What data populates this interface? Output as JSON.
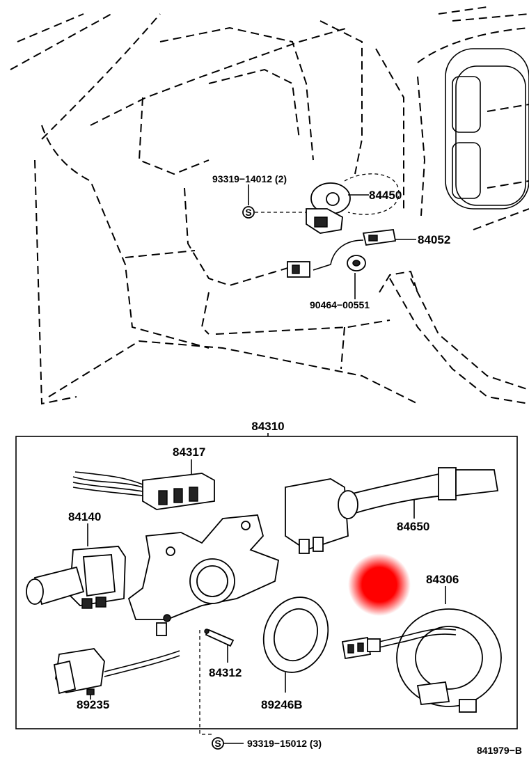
{
  "callouts": {
    "p93319_14012": "93319−14012 (2)",
    "p84450": "84450",
    "p84052": "84052",
    "p90464_00551": "90464−00551",
    "p84310": "84310",
    "p84317": "84317",
    "p84140": "84140",
    "p84650": "84650",
    "p84306": "84306",
    "p84312": "84312",
    "p89235": "89235",
    "p89246B": "89246B",
    "p93319_15012": "93319−15012 (3)"
  },
  "screw_symbol": "S",
  "figure_code": "841979−B",
  "colors": {
    "line": "#000000",
    "highlight": "#ff0000"
  }
}
